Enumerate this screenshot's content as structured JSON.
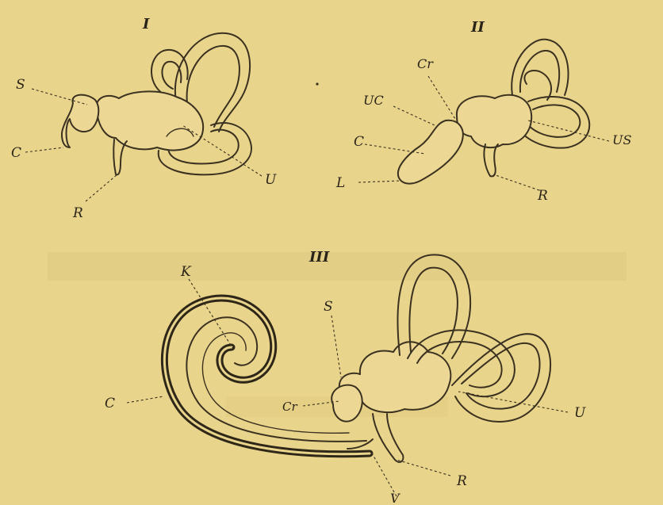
{
  "figures": {
    "fig1": {
      "number": "I",
      "labels": {
        "s": "S",
        "c": "C",
        "r": "R",
        "u": "U"
      }
    },
    "fig2": {
      "number": "II",
      "labels": {
        "cr": "Cr",
        "uc": "UC",
        "c": "C",
        "l": "L",
        "r": "R",
        "us": "US"
      }
    },
    "fig3": {
      "number": "III",
      "labels": {
        "k": "K",
        "s": "S",
        "c": "C",
        "cr": "Cr",
        "u": "U",
        "r": "R",
        "v": "V"
      }
    }
  },
  "colors": {
    "paper": "#e9d48c",
    "ink": "#3a3120"
  }
}
